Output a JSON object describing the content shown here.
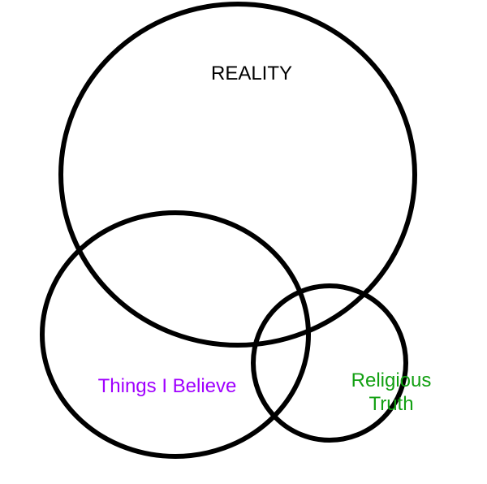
{
  "diagram": {
    "sets": [
      {
        "id": "reality",
        "label": "REALITY",
        "color": "#000000"
      },
      {
        "id": "beliefs",
        "label": "Things I Believe",
        "color": "#a000ff"
      },
      {
        "id": "religion",
        "label_line1": "Religious",
        "label_line2": "Truth",
        "color": "#12a012"
      }
    ]
  }
}
